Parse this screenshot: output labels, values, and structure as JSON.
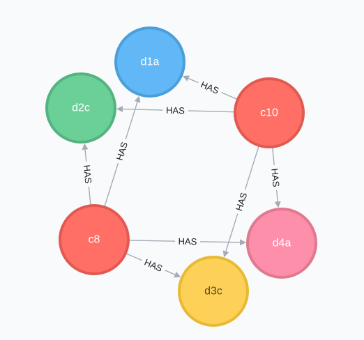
{
  "nodes": [
    {
      "id": "d1a",
      "label": "d1a",
      "fill": "#62b8f6",
      "stroke": "#4a9fda"
    },
    {
      "id": "d2c",
      "label": "d2c",
      "fill": "#6bcf98",
      "stroke": "#55b37f"
    },
    {
      "id": "c10",
      "label": "c10",
      "fill": "#ff6f65",
      "stroke": "#e05a52"
    },
    {
      "id": "c8",
      "label": "c8",
      "fill": "#ff6f65",
      "stroke": "#e05a52"
    },
    {
      "id": "d4a",
      "label": "d4a",
      "fill": "#fd8fab",
      "stroke": "#e0788f"
    },
    {
      "id": "d3c",
      "label": "d3c",
      "fill": "#fdd158",
      "stroke": "#e8b932"
    }
  ],
  "edges": [
    {
      "from": "c10",
      "to": "d1a",
      "label": "HAS"
    },
    {
      "from": "c10",
      "to": "d2c",
      "label": "HAS"
    },
    {
      "from": "c10",
      "to": "d4a",
      "label": "HAS"
    },
    {
      "from": "c10",
      "to": "d3c",
      "label": "HAS"
    },
    {
      "from": "c8",
      "to": "d2c",
      "label": "HAS"
    },
    {
      "from": "c8",
      "to": "d1a",
      "label": "HAS"
    },
    {
      "from": "c8",
      "to": "d4a",
      "label": "HAS"
    },
    {
      "from": "c8",
      "to": "d3c",
      "label": "HAS"
    }
  ]
}
